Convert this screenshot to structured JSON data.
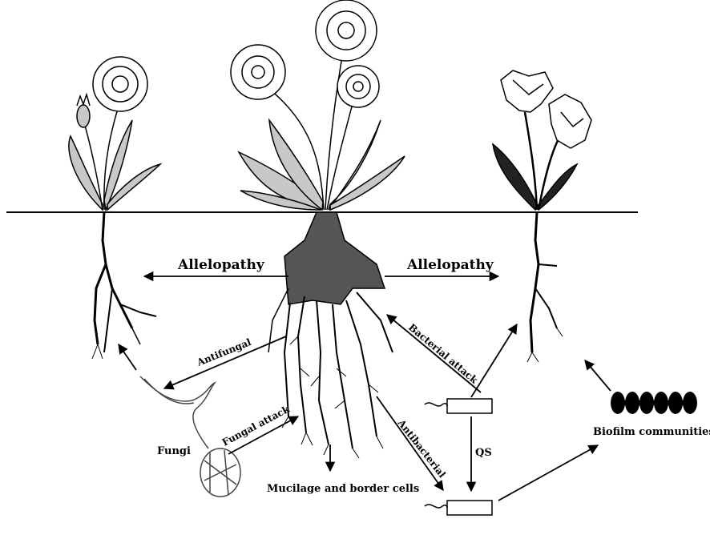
{
  "labels": {
    "allelopathy_left": "Allelopathy",
    "allelopathy_right": "Allelopathy",
    "antifungal": "Antifungal",
    "fungal_attack": "Fungal attack",
    "fungi": "Fungi",
    "mucilage": "Mucilage and border cells",
    "bacterial_attack": "Bacterial attack",
    "antibacterial": "Antibacterial",
    "qs": "QS",
    "biofilm": "Biofilm communities"
  },
  "colors": {
    "ink": "#000000",
    "leaf_fill": "#c8c8c8",
    "root_fill": "#555555",
    "background": "#ffffff"
  }
}
